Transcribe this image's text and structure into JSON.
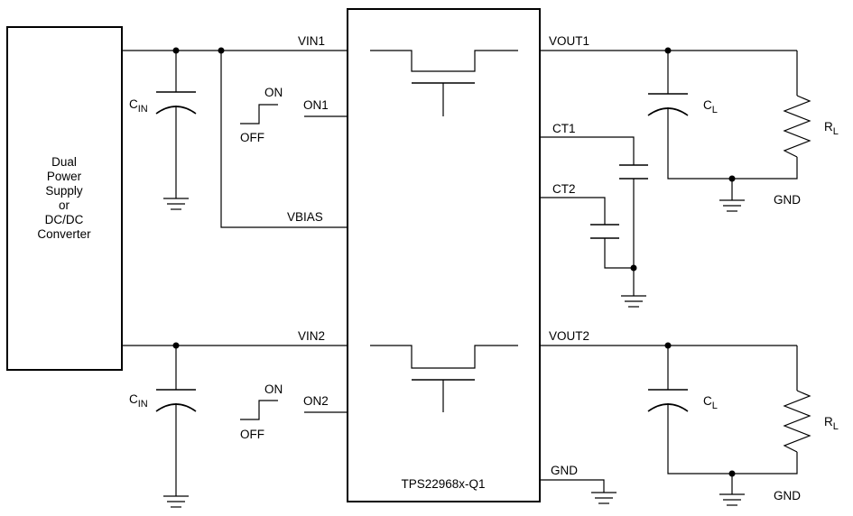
{
  "supply": {
    "lines": [
      "Dual",
      "Power",
      "Supply",
      "or",
      "DC/DC",
      "Converter"
    ]
  },
  "chip": {
    "name": "TPS22968x-Q1",
    "pins_left": {
      "vin1": "VIN1",
      "on1": "ON1",
      "vbias": "VBIAS",
      "vin2": "VIN2",
      "on2": "ON2"
    },
    "pins_right": {
      "vout1": "VOUT1",
      "ct1": "CT1",
      "ct2": "CT2",
      "vout2": "VOUT2",
      "gnd": "GND"
    }
  },
  "components": {
    "cin_prefix": "C",
    "cin_sub": "IN",
    "cl_prefix": "C",
    "cl_sub": "L",
    "rl_prefix": "R",
    "rl_sub": "L",
    "gnd": "GND"
  },
  "switch_labels": {
    "on": "ON",
    "off": "OFF"
  }
}
